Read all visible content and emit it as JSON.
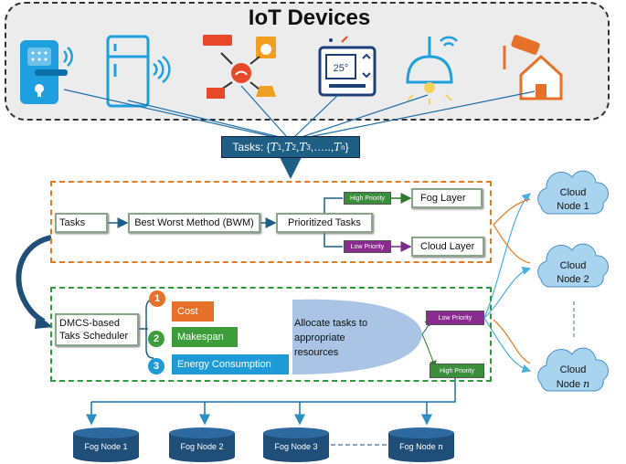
{
  "iot": {
    "title": "IoT Devices",
    "devices": [
      "smart-lock-icon",
      "refrigerator-icon",
      "smart-appliances-icon",
      "thermostat-icon",
      "smart-lamp-icon",
      "security-camera-home-icon"
    ],
    "thermostat_reading": "25°"
  },
  "tasks_box": {
    "prefix": "Tasks: {",
    "t1": "T",
    "s1": "1",
    "t2": "T",
    "s2": "2",
    "t3": "T",
    "s3": "3",
    "dots": "…..",
    "tn": "T",
    "sn": "n",
    "suffix": "}"
  },
  "priority_section": {
    "tasks": "Tasks",
    "bwm": "Best Worst Method (BWM)",
    "prioritized": "Prioritized Tasks",
    "high_priority": "High Priority",
    "low_priority": "Low Priority",
    "fog_layer": "Fog Layer",
    "cloud_layer": "Cloud Layer"
  },
  "scheduler_section": {
    "scheduler_line1": "DMCS-based",
    "scheduler_line2": "Taks Scheduler",
    "criteria": [
      {
        "num": "1",
        "label": "Cost",
        "color": "#e8712a"
      },
      {
        "num": "2",
        "label": "Makespan",
        "color": "#3d9d3a"
      },
      {
        "num": "3",
        "label": "Energy Consumption",
        "color": "#1e9bd7"
      }
    ],
    "allocate_line1": "Allocate tasks to",
    "allocate_line2": "appropriate",
    "allocate_line3": "resources",
    "low_priority": "Low Priority",
    "high_priority": "High Priority"
  },
  "cloud_nodes": [
    {
      "line1": "Cloud",
      "line2": "Node 1"
    },
    {
      "line1": "Cloud",
      "line2": "Node 2"
    },
    {
      "line1": "Cloud",
      "line2": "Node ",
      "italic": "n"
    }
  ],
  "fog_nodes": [
    {
      "label": "Fog Node 1"
    },
    {
      "label": "Fog Node 2"
    },
    {
      "label": "Fog Node 3"
    },
    {
      "label": "Fog Node ",
      "italic": "n"
    }
  ],
  "colors": {
    "navy": "#1f5f85",
    "orange": "#e07b22",
    "green": "#2f9a3c",
    "cloud_fill": "#a9d4f0",
    "purple": "#8a2b8f",
    "high_green": "#3a8f3a",
    "fog_node": "#1f4e79"
  }
}
